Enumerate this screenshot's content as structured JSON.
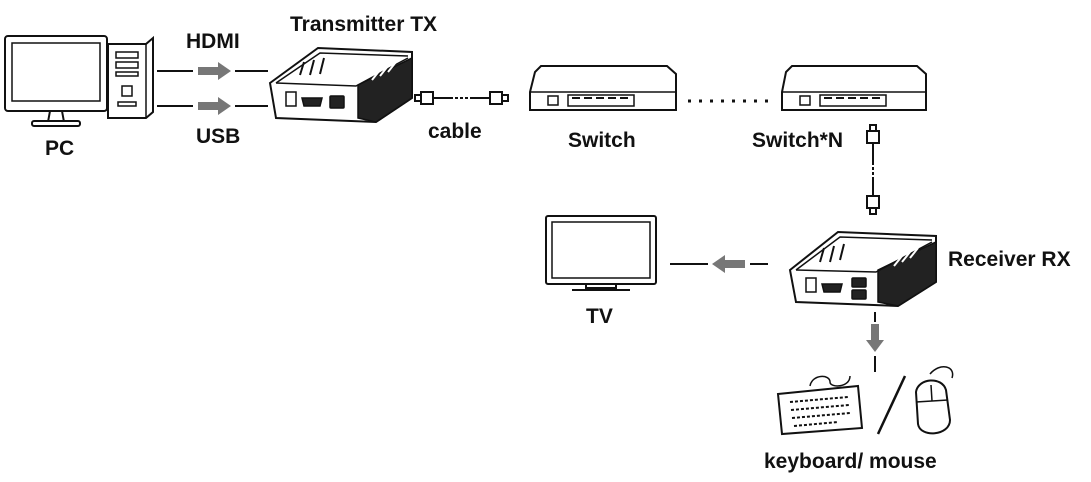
{
  "labels": {
    "pc": "PC",
    "hdmi": "HDMI",
    "usb": "USB",
    "transmitter": "Transmitter TX",
    "cable": "cable",
    "switch": "Switch",
    "switch_n": "Switch*N",
    "receiver": "Receiver RX",
    "tv": "TV",
    "peripherals": "keyboard/ mouse"
  },
  "colors": {
    "line": "#111111",
    "arrow": "#777777",
    "device_fill": "#ffffff",
    "device_dark": "#222222"
  },
  "icons": [
    "pc-monitor-icon",
    "pc-tower-icon",
    "transmitter-device-icon",
    "network-cable-icon",
    "switch-device-icon",
    "receiver-device-icon",
    "tv-icon",
    "keyboard-icon",
    "mouse-icon"
  ]
}
